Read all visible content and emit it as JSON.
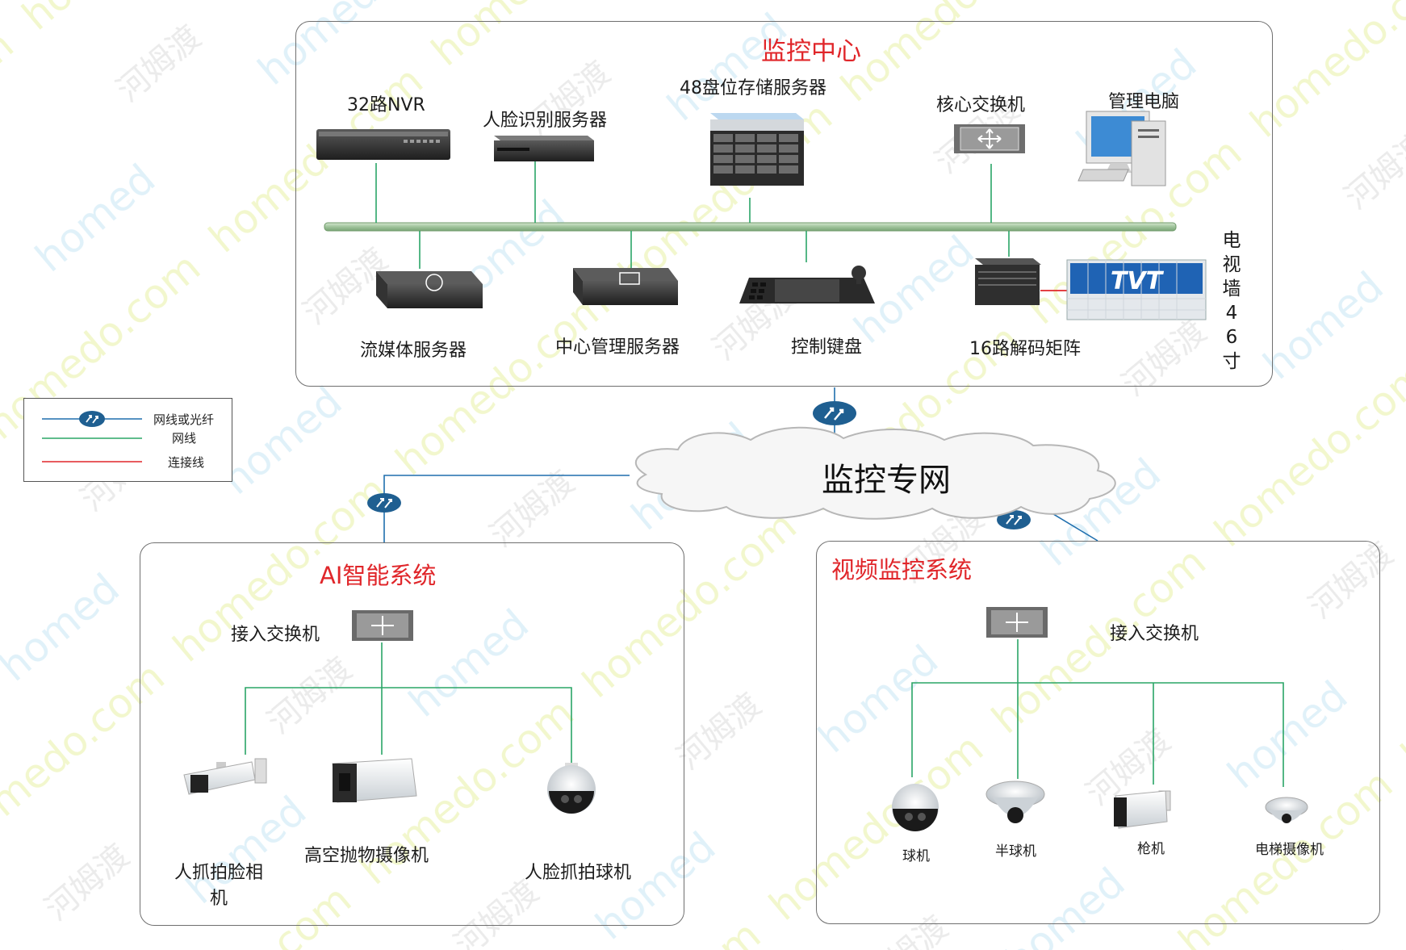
{
  "monitoring_center": {
    "title": "监控中心",
    "devices": {
      "nvr": "32路NVR",
      "face_server": "人脸识别服务器",
      "storage": "48盘位存储服务器",
      "core_switch": "核心交换机",
      "mgmt_pc": "管理电脑",
      "stream_server": "流媒体服务器",
      "central_mgmt": "中心管理服务器",
      "keyboard": "控制键盘",
      "decoder": "16路解码矩阵",
      "tv_wall": "电视墙46寸",
      "tv_wall_brand": "TVT"
    }
  },
  "legend": {
    "items": [
      {
        "label": "网线或光纤",
        "color": "#1f6fae"
      },
      {
        "label": "网线",
        "color": "#2aa567"
      },
      {
        "label": "连接线",
        "color": "#e0262a"
      }
    ]
  },
  "network": {
    "cloud_label": "监控专网"
  },
  "ai_system": {
    "title": "AI智能系统",
    "switch_label": "接入交换机",
    "cameras": [
      "人抓拍脸相机",
      "高空抛物摄像机",
      "人脸抓拍球机"
    ]
  },
  "video_system": {
    "title": "视频监控系统",
    "switch_label": "接入交换机",
    "cameras": [
      "球机",
      "半球机",
      "枪机",
      "电梯摄像机"
    ]
  },
  "colors": {
    "title_red": "#e0262a",
    "fiber_blue": "#1f6fae",
    "cable_green": "#2aa567",
    "link_red": "#e0262a"
  }
}
